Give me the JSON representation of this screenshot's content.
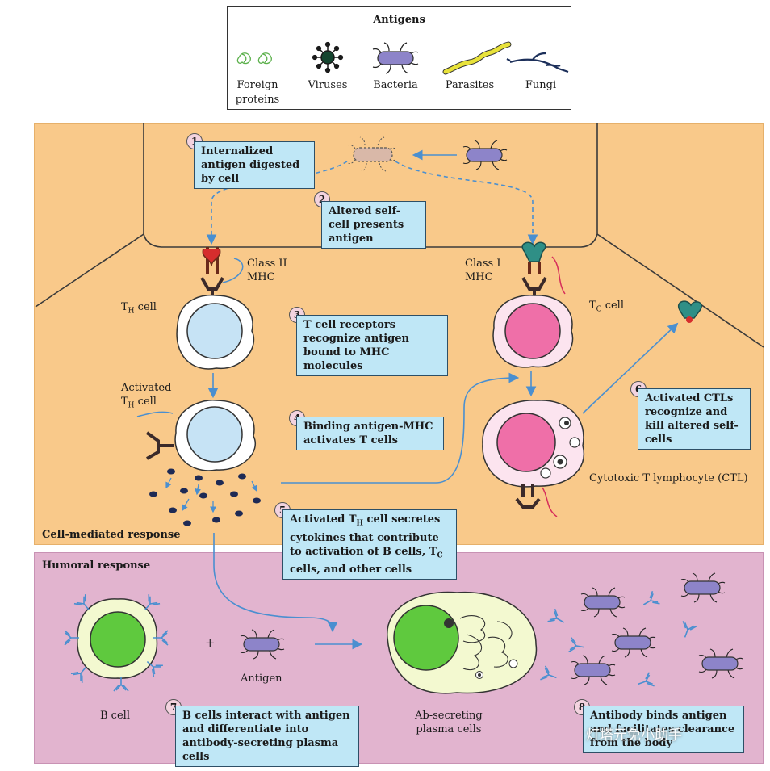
{
  "legend": {
    "title": "Antigens",
    "items": [
      {
        "label": "Foreign\nproteins",
        "icon": "foreign-protein-icon"
      },
      {
        "label": "Viruses",
        "icon": "virus-icon"
      },
      {
        "label": "Bacteria",
        "icon": "bacteria-icon"
      },
      {
        "label": "Parasites",
        "icon": "parasite-icon"
      },
      {
        "label": "Fungi",
        "icon": "fungi-icon"
      }
    ]
  },
  "cell_mediated": {
    "section_label": "Cell-mediated response",
    "steps": [
      {
        "num": "1",
        "text": "Internalized antigen digested by cell"
      },
      {
        "num": "2",
        "text": "Altered self-cell presents antigen"
      },
      {
        "num": "3",
        "text": "T cell receptors recognize antigen bound to MHC molecules"
      },
      {
        "num": "4",
        "text": "Binding antigen-MHC activates T cells"
      },
      {
        "num": "5",
        "text_pre": "Activated T",
        "text_sub": "H",
        "text_post": " cell secretes cytokines that contribute to activation of B cells, T",
        "text_sub2": "C",
        "text_post2": " cells, and other cells"
      },
      {
        "num": "6",
        "text": "Activated CTLs recognize and kill altered self-cells"
      }
    ],
    "labels": {
      "class2": "Class II\nMHC",
      "class1": "Class I\nMHC",
      "th_cell": "T",
      "th_sub": "H",
      "th_suffix": " cell",
      "tc_cell": "T",
      "tc_sub": "C",
      "tc_suffix": " cell",
      "activated_th_1": "Activated",
      "activated_th_2": "T",
      "activated_th_sub": "H",
      "activated_th_suffix": " cell",
      "ctl": "Cytotoxic T lymphocyte (CTL)"
    }
  },
  "humoral": {
    "section_label": "Humoral response",
    "steps": [
      {
        "num": "7",
        "text": "B cells interact with antigen and differentiate into antibody-secreting plasma cells"
      },
      {
        "num": "8",
        "text_line1": "Antibody binds antigen",
        "text_line2": "and facilitates clearance",
        "text_line3": "from the body"
      }
    ],
    "labels": {
      "plus": "+",
      "antigen": "Antigen",
      "b_cell": "B cell",
      "plasma": "Ab-secreting\nplasma cells"
    }
  },
  "watermark": "灯塔元免小助手",
  "colors": {
    "cell_panel": "#f9c98a",
    "humoral_panel": "#e2b4cf",
    "step_box": "#bfe7f6",
    "bacteria": "#8d84c9",
    "th_nucleus": "#c6e3f5",
    "tc_nucleus": "#ef6fa8",
    "b_nucleus": "#5fc93e",
    "arrow": "#4a8fd0"
  }
}
